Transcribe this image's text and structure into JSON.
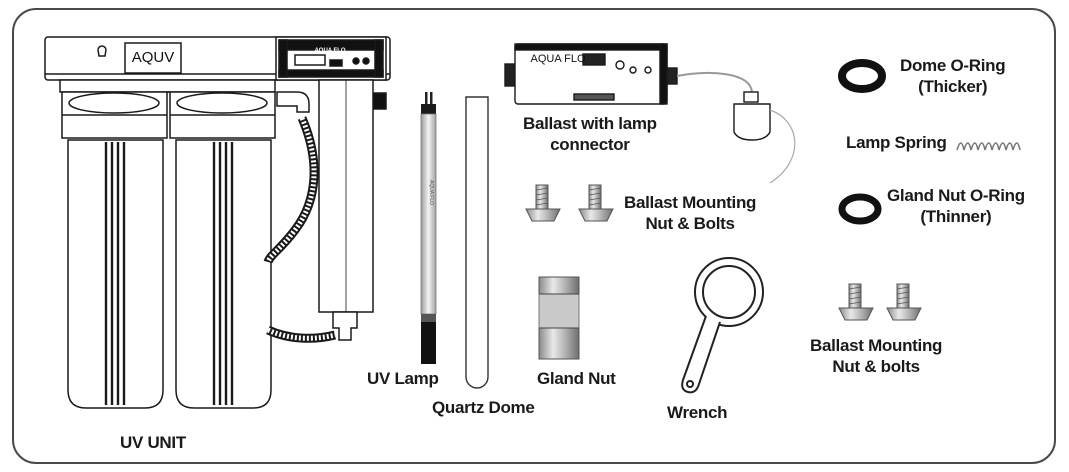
{
  "labels": {
    "uv_unit": "UV UNIT",
    "uv_lamp": "UV Lamp",
    "quartz_dome": "Quartz Dome",
    "ballast_line1": "Ballast with lamp",
    "ballast_line2": "connector",
    "ballast_mounting_1_line1": "Ballast Mounting",
    "ballast_mounting_1_line2": "Nut & Bolts",
    "gland_nut": "Gland Nut",
    "wrench": "Wrench",
    "ballast_mounting_2_line1": "Ballast Mounting",
    "ballast_mounting_2_line2": "Nut & bolts",
    "dome_oring_line1": "Dome O-Ring",
    "dome_oring_line2": "(Thicker)",
    "lamp_spring": "Lamp Spring",
    "gland_oring_line1": "Gland Nut O-Ring",
    "gland_oring_line2": "(Thinner)"
  },
  "brand": {
    "unit_logo": "AQUV",
    "unit_panel": "AQUA FLO",
    "ballast_logo": "AQUA FLO",
    "lamp_print": "AQUA FLO"
  },
  "colors": {
    "outline": "#1a1a1a",
    "frame": "#4a4a4a"
  }
}
